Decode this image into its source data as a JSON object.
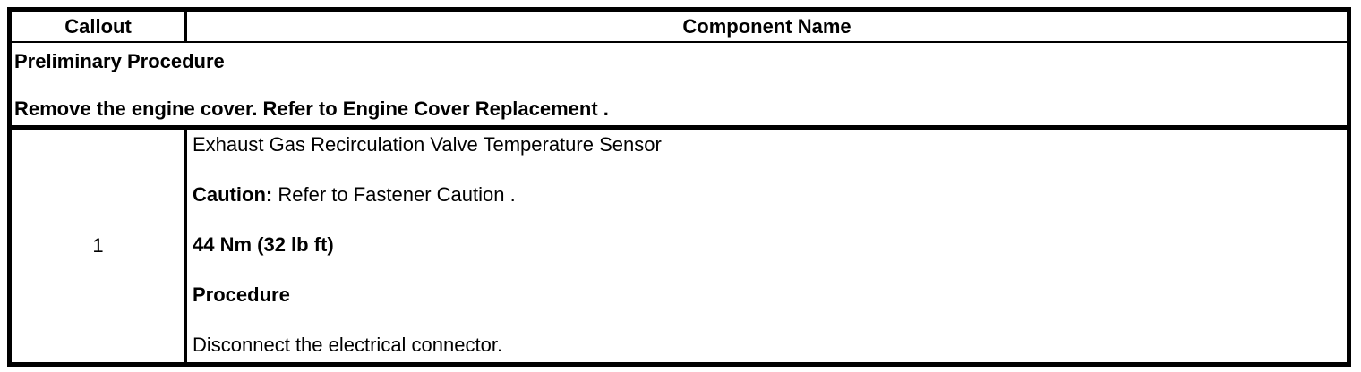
{
  "table": {
    "header": {
      "callout": "Callout",
      "component": "Component Name"
    },
    "preliminary": {
      "title": "Preliminary Procedure",
      "instruction": "Remove the engine cover. Refer to Engine Cover Replacement ."
    },
    "rows": [
      {
        "callout": "1",
        "component_name": "Exhaust Gas Recirculation Valve Temperature Sensor",
        "caution_label": "Caution:",
        "caution_text": "Refer to Fastener Caution .",
        "torque": "44 Nm (32 lb ft)",
        "procedure_label": "Procedure",
        "procedure_text": "Disconnect the electrical connector."
      }
    ]
  },
  "colors": {
    "border": "#000000",
    "text": "#000000",
    "background": "#ffffff"
  }
}
